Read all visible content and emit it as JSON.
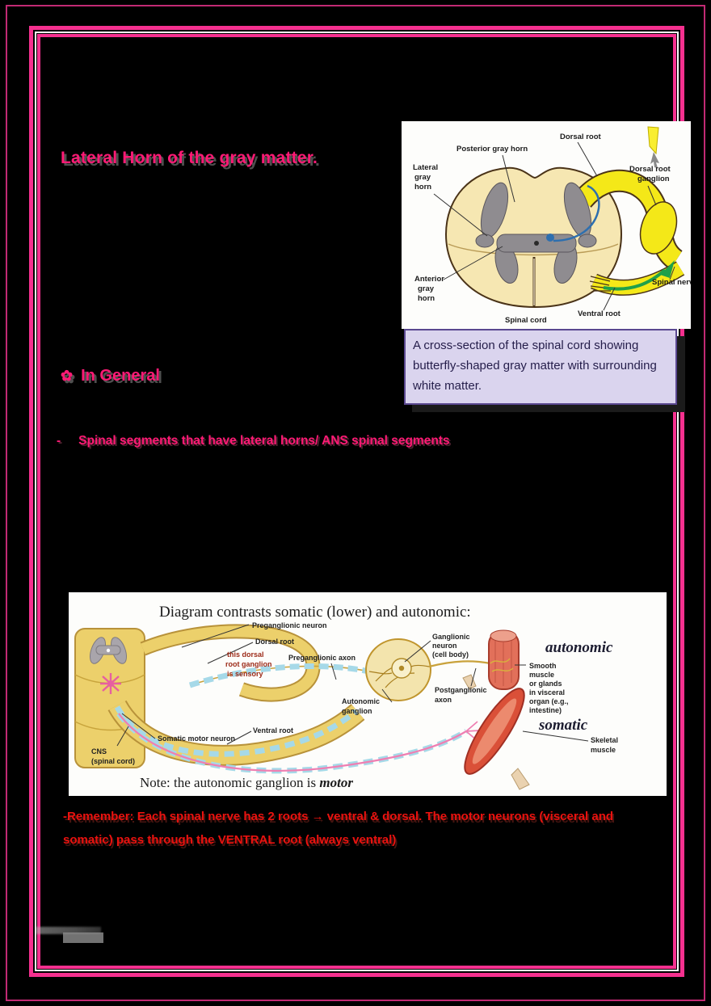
{
  "page": {
    "heading1": "Lateral Horn of the gray matter.",
    "heading2_bullet": "✿",
    "heading2": "In General",
    "bullet_dash": "-",
    "bullet_text": "Spinal segments that have lateral horns/ ANS spinal segments",
    "note_line1": "-Remember: Each spinal nerve has 2 roots → ventral & dorsal. The motor neurons (visceral and",
    "note_line2": "somatic) pass through the VENTRAL root (always ventral)"
  },
  "caption": {
    "text": "A cross-section of the spinal cord showing butterfly-shaped gray matter with surrounding white matter."
  },
  "cross_section": {
    "posterior_gray_horn": "Posterior gray horn",
    "dorsal_root": "Dorsal root",
    "dorsal_root_ganglion": [
      "Dorsal root",
      "ganglion"
    ],
    "lateral_gray_horn": [
      "Lateral",
      "gray",
      "horn"
    ],
    "anterior_gray_horn": [
      "Anterior",
      "gray",
      "horn"
    ],
    "spinal_cord": "Spinal cord",
    "ventral_root": "Ventral root",
    "spinal_nerve": "Spinal nerve"
  },
  "contrast": {
    "title": "Diagram contrasts somatic (lower) and autonomic:",
    "preganglionic_neuron": "Preganglionic neuron",
    "dorsal_root": "Dorsal root",
    "sensory_note": [
      "this dorsal",
      "root ganglion",
      "is sensory"
    ],
    "preganglionic_axon": "Preganglionic axon",
    "ganglionic_neuron": [
      "Ganglionic",
      "neuron",
      "(cell body)"
    ],
    "autonomic_label": "autonomic",
    "smooth_muscle": [
      "Smooth",
      "muscle",
      "or glands",
      "in visceral",
      "organ (e.g.,",
      "intestine)"
    ],
    "postganglionic_axon": [
      "Postganglionic",
      "axon"
    ],
    "autonomic_ganglion": [
      "Autonomic",
      "ganglion"
    ],
    "ventral_root": "Ventral root",
    "somatic_motor_neuron": "Somatic motor neuron",
    "cns": [
      "CNS",
      "(spinal cord)"
    ],
    "somatic_label": "somatic",
    "skeletal_muscle": [
      "Skeletal",
      "muscle"
    ],
    "note_prefix": "Note: the autonomic ganglion is ",
    "note_emphasis": "motor"
  },
  "colors": {
    "accent_pink": "#ff1a75",
    "note_red": "#ea120f",
    "frame_pink": "#f5308f",
    "caption_bg": "#dad4ee",
    "caption_border": "#5a4890",
    "figure_yellow": "#f4e818",
    "gray_matter": "#8f8c90",
    "cord_cream": "#f6e7b2"
  }
}
